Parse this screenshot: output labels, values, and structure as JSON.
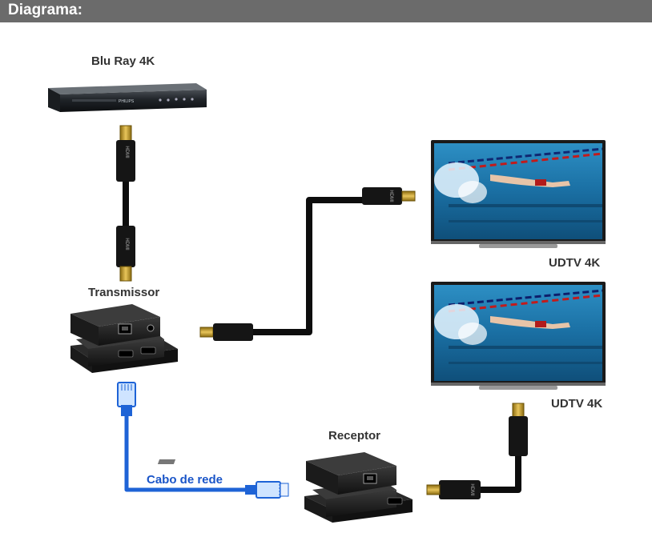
{
  "header": {
    "title": "Diagrama:"
  },
  "labels": {
    "bluray": "Blu Ray 4K",
    "transmitter": "Transmissor",
    "receiver": "Receptor",
    "tv_top": "UDTV 4K",
    "tv_bottom": "UDTV 4K",
    "network_cable": "Cabo de rede"
  },
  "device_marks": {
    "bluray_brand": "PHILIPS",
    "hdmi": "HDMI"
  },
  "colors": {
    "header_bg": "#6b6b6b",
    "header_text": "#ffffff",
    "label_text": "#333333",
    "network_cable": "#1e63d6",
    "hdmi_cable": "#111111",
    "hdmi_connector_gold": "#c9a227",
    "device_body": "#1c1c1c",
    "tv_screen_water": "#1f7fb5"
  }
}
